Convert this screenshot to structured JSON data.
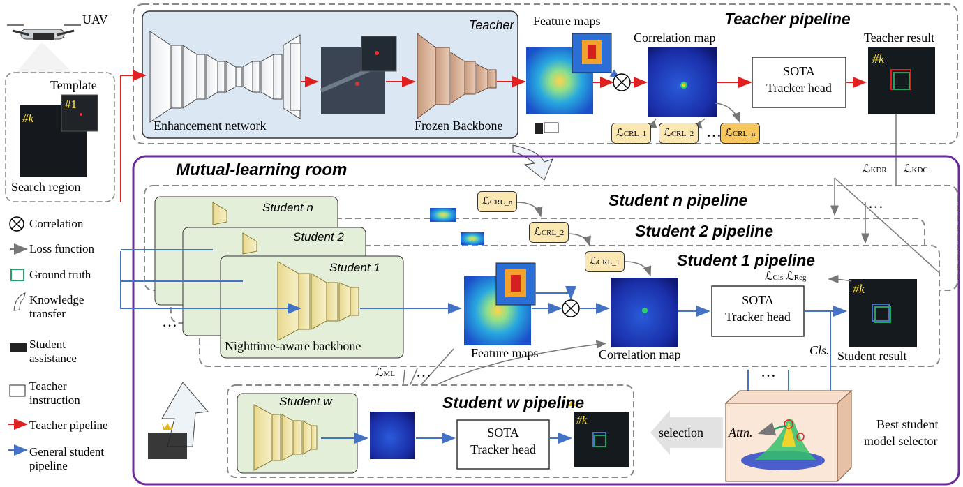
{
  "uav_label": "UAV",
  "template_label": "Template",
  "template_frame": "#1",
  "search_frame": "#k",
  "search_region_label": "Search region",
  "teacher": {
    "title": "Teacher pipeline",
    "box_label": "Teacher",
    "enhancement": "Enhancement network",
    "backbone": "Frozen Backbone",
    "feature_maps": "Feature maps",
    "correlation_map": "Correlation map",
    "tracker_line1": "SOTA",
    "tracker_line2": "Tracker head",
    "result": "Teacher result",
    "result_frame": "#k"
  },
  "crl_losses": [
    {
      "sym": "ℒ",
      "sub": "CRL_1"
    },
    {
      "sym": "ℒ",
      "sub": "CRL_2"
    },
    {
      "sym": "ℒ",
      "sub": "CRL_n"
    }
  ],
  "ellipsis": "…",
  "kd_losses": {
    "kdr": "KDR",
    "kdc": "KDC"
  },
  "room_title": "Mutual-learning room",
  "students": [
    {
      "title": "Student n pipeline",
      "box": "Student n"
    },
    {
      "title": "Student 2 pipeline",
      "box": "Student 2"
    },
    {
      "title": "Student 1 pipeline",
      "box": "Student 1"
    }
  ],
  "student1": {
    "backbone": "Nighttime-aware backbone",
    "feature_maps": "Feature maps",
    "correlation_map": "Correlation map",
    "tracker_line1": "SOTA",
    "tracker_line2": "Tracker head",
    "cls": "Cls.",
    "result": "Student result",
    "result_frame": "#k",
    "loss_cls": "Cls",
    "loss_reg": "Reg"
  },
  "ml_loss": "ML",
  "student_w": {
    "title": "Student w pipeline",
    "box": "Student w",
    "tracker_line1": "SOTA",
    "tracker_line2": "Tracker head",
    "result_frame": "#k"
  },
  "selection": "selection",
  "attn": "Attn.",
  "selector_line1": "Best student",
  "selector_line2": "model selector",
  "legend": {
    "correlation": "Correlation",
    "loss_function": "Loss function",
    "ground_truth": "Ground truth",
    "knowledge_transfer": [
      "Knowledge",
      "transfer"
    ],
    "student_assistance": [
      "Student",
      "assistance"
    ],
    "teacher_instruction": [
      "Teacher",
      "instruction"
    ],
    "teacher_pipeline": "Teacher pipeline",
    "general_student_pipeline": [
      "General student",
      "pipeline"
    ]
  },
  "colors": {
    "teacher_arrow": "#e02020",
    "student_arrow": "#4472c4",
    "room_border": "#6a2c9a",
    "teacher_box": "#dbe7f3",
    "student_box": "#e3efd9",
    "ground_truth": "#21a366",
    "loss_light": "#fbe7b2",
    "loss_dark": "#f7c65c"
  }
}
